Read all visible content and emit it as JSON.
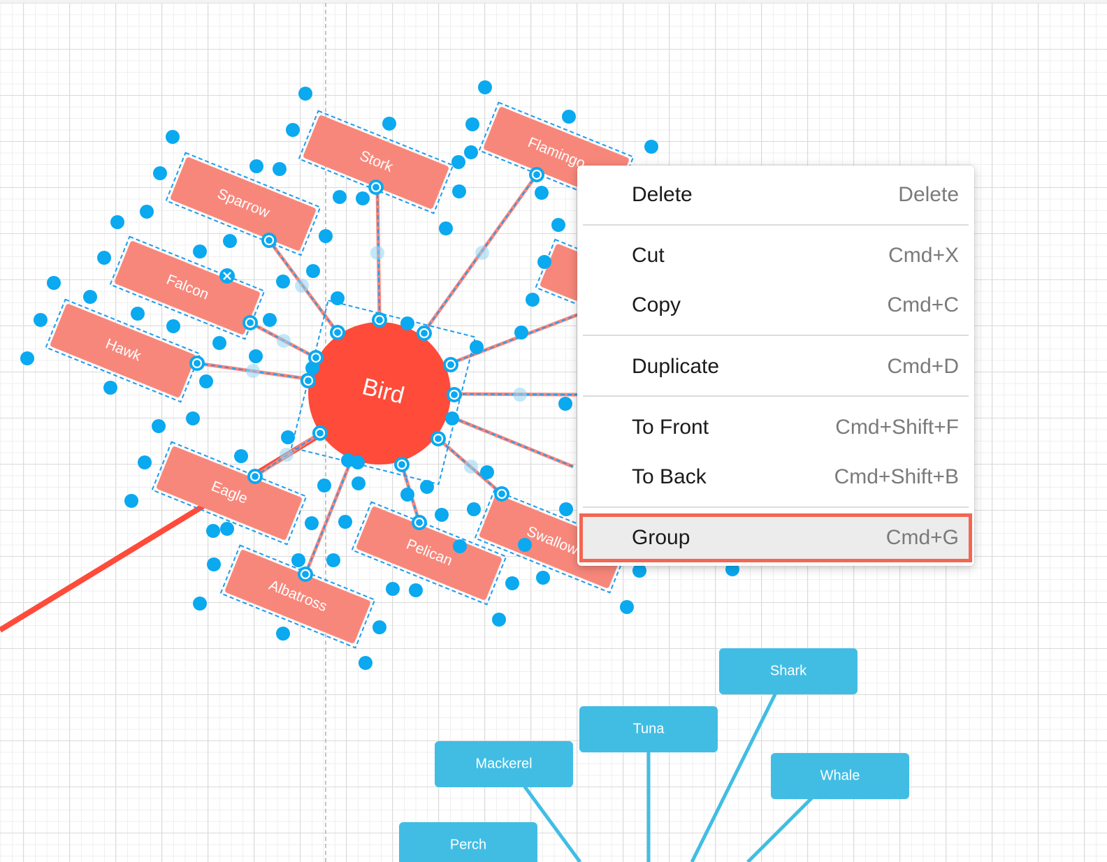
{
  "diagram": {
    "center": {
      "label": "Bird",
      "color": "#ff4b3a"
    },
    "bird_nodes": [
      "Stork",
      "Flamingo",
      "Sparrow",
      "Falcon",
      "Hawk",
      "Eagle",
      "Albatross",
      "Pelican",
      "Swallow"
    ],
    "fish_nodes": [
      "Shark",
      "Tuna",
      "Mackerel",
      "Whale",
      "Perch"
    ],
    "colors": {
      "bird_node": "#f8877b",
      "fish_node": "#41bde4",
      "handle": "#0aa9f0",
      "selection_edge": "#1e9cf0"
    }
  },
  "context_menu": {
    "items": [
      {
        "label": "Delete",
        "shortcut": "Delete"
      },
      {
        "label": "Cut",
        "shortcut": "Cmd+X"
      },
      {
        "label": "Copy",
        "shortcut": "Cmd+C"
      },
      {
        "label": "Duplicate",
        "shortcut": "Cmd+D"
      },
      {
        "label": "To Front",
        "shortcut": "Cmd+Shift+F"
      },
      {
        "label": "To Back",
        "shortcut": "Cmd+Shift+B"
      },
      {
        "label": "Group",
        "shortcut": "Cmd+G"
      }
    ],
    "highlighted": "Group",
    "highlight_color": "#f26652"
  }
}
